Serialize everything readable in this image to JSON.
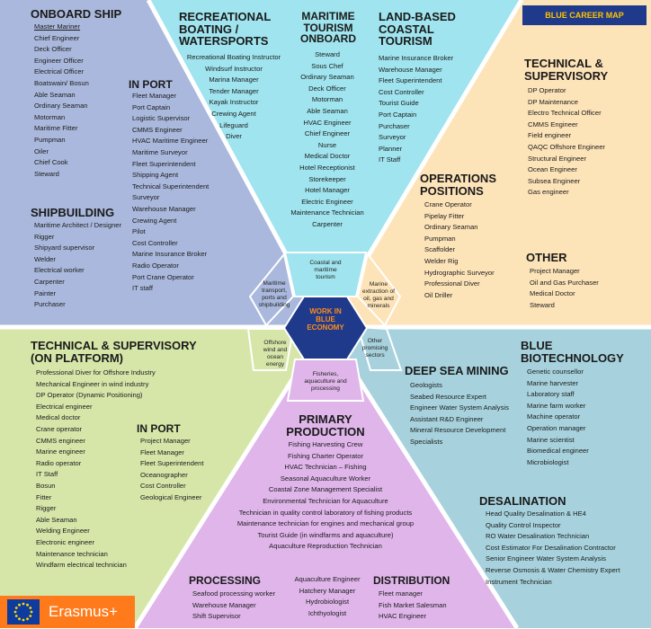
{
  "brand": {
    "map_title": "BLUE CAREER MAP",
    "logo_text": "Erasmus+"
  },
  "center": {
    "label": "WORK IN\nBLUE\nECONOMY"
  },
  "inner_ring": [
    "Coastal and\nmaritime\ntourism",
    "Marine\nextraction of\noil, gas and\nminerals",
    "Other\npromising\nsectors",
    "Fisheries,\naquaculture and\nprocessing",
    "Offshore\nwind and\nocean\nenergy",
    "Maritime\ntransport,\nports and\nshipbuilding"
  ],
  "sections": {
    "onboard_ship": {
      "title": "ONBOARD SHIP",
      "items": [
        "Master Mariner",
        "Chief Engineer",
        "Deck Officer",
        "Engineer Officer",
        "Electrical Officer",
        "Boatswain/ Bosun",
        "Able Seaman",
        "Ordinary Seaman",
        "Motorman",
        "Maritime Fitter",
        "Pumpman",
        "Oiler",
        "Chief Cook",
        "Steward"
      ]
    },
    "port_top": {
      "title": "IN PORT",
      "items": [
        "Fleet Manager",
        "Port Captain",
        "Logistic Supervisor",
        "CMMS Engineer",
        "HVAC Maritime Engineer",
        "Maritime Surveyor",
        "Fleet Superintendent",
        "Shipping Agent",
        "Technical Superintendent",
        "Surveyor",
        "Warehouse Manager",
        "Crewing Agent",
        "Pilot",
        "Cost Controller",
        "Marine Insurance Broker",
        "Radio Operator",
        "Port Crane Operator",
        "IT staff"
      ]
    },
    "shipbuilding": {
      "title": "SHIPBUILDING",
      "items": [
        "Maritime Architect / Designer",
        "Rigger",
        "Shipyard supervisor",
        "Welder",
        "Electrical worker",
        "Carpenter",
        "Painter",
        "Purchaser"
      ]
    },
    "recreational": {
      "title": "RECREATIONAL\nBOATING /\nWATERSPORTS",
      "items": [
        "Recreational Boating Instructor",
        "Windsurf Instructor",
        "Marina Manager",
        "Tender Manager",
        "Kayak Instructor",
        "Crewing Agent",
        "Lifeguard",
        "Diver"
      ]
    },
    "maritime_tourism": {
      "title": "MARITIME\nTOURISM\nONBOARD",
      "items": [
        "Steward",
        "Sous Chef",
        "Ordinary Seaman",
        "Deck Officer",
        "Motorman",
        "Able Seaman",
        "HVAC Engineer",
        "Chief Engineer",
        "Nurse",
        "Medical Doctor",
        "Hotel Receptionist",
        "Storekeeper",
        "Hotel Manager",
        "Electric Engineer",
        "Maintenance Technician",
        "Carpenter"
      ]
    },
    "land_tourism": {
      "title": "LAND-BASED\nCOASTAL\nTOURISM",
      "items": [
        "Marine Insurance Broker",
        "Warehouse Manager",
        "Fleet Superintendent",
        "Cost Controller",
        "Tourist Guide",
        "Port Captain",
        "Purchaser",
        "Surveyor",
        "Planner",
        "IT Staff"
      ]
    },
    "technical_top": {
      "title": "TECHNICAL &\nSUPERVISORY",
      "items": [
        "DP Operator",
        "DP Maintenance",
        "Electro Technical Officer",
        "CMMS Engineer",
        "Field engineer",
        "QAQC Offshore Engineer",
        "Structural Engineer",
        "Ocean Engineer",
        "Subsea Engineer",
        "Gas engineer"
      ]
    },
    "operations": {
      "title": "OPERATIONS\nPOSITIONS",
      "items": [
        "Crane Operator",
        "Pipelay Fitter",
        "Ordinary Seaman",
        "Pumpman",
        "Scaffolder",
        "Welder Rig",
        "Hydrographic Surveyor",
        "Professional Diver",
        "Oil Driller"
      ]
    },
    "other": {
      "title": "OTHER",
      "items": [
        "Project Manager",
        "Oil and Gas Purchaser",
        "Medical Doctor",
        "Steward"
      ]
    },
    "technical_platform": {
      "title": "TECHNICAL & SUPERVISORY\n(ON PLATFORM)",
      "items": [
        "Professional Diver for Offshore Industry",
        "Mechanical Engineer in wind industry",
        "DP Operator (Dynamic Positioning)",
        "Electrical engineer",
        "Medical doctor",
        "Crane operator",
        "CMMS engineer",
        "Marine engineer",
        "Radio operator",
        "IT Staff",
        "Bosun",
        "Fitter",
        "Rigger",
        "Able Seaman",
        "Welding Engineer",
        "Electronic engineer",
        "Maintenance technician",
        "Windfarm electrical technician"
      ]
    },
    "port_bottom": {
      "title": "IN PORT",
      "items": [
        "Project Manager",
        "Fleet Manager",
        "Fleet Superintendent",
        "Oceanographer",
        "Cost Controller",
        "Geological Engineer"
      ]
    },
    "deep_sea": {
      "title": "DEEP SEA MINING",
      "items": [
        "Geologists",
        "Seabed Resource Expert",
        "Engineer Water System Analysis",
        "Assistant R&D Engineer",
        "Mineral Resource Development",
        "Specialists"
      ]
    },
    "biotech": {
      "title": "BLUE\nBIOTECHNOLOGY",
      "items": [
        "Genetic counsellor",
        "Marine harvester",
        "Laboratory staff",
        "Marine farm worker",
        "Machine operator",
        "Operation manager",
        "Marine scientist",
        "Biomedical engineer",
        "Microbiologist"
      ]
    },
    "desalination": {
      "title": "DESALINATION",
      "items": [
        "Head Quality Desalination & HE4",
        "Quality Control Inspector",
        "RO Water Desalination Technician",
        "Cost Estimator For Desalination Contractor",
        "Senior Engineer Water System Analysis",
        "Reverse Osmosis & Water Chemistry Expert",
        "Instrument Technician"
      ]
    },
    "primary": {
      "title": "PRIMARY\nPRODUCTION",
      "items": [
        "Fishing Harvesting Crew",
        "Fishing Charter Operator",
        "HVAC Technician – Fishing",
        "Seasonal Aquaculture Worker",
        "Coastal Zone Management Specialist",
        "Environmental Technician for Aquaculture",
        "Technician in quality control laboratory of fishing products",
        "Maintenance technician for engines and mechanical group",
        "Tourist Guide (in windfarms and aquaculture)",
        "Aquaculture Reproduction Technician"
      ]
    },
    "processing": {
      "title": "PROCESSING",
      "items": [
        "Seafood processing worker",
        "Warehouse Manager",
        "Shift Supervisor"
      ]
    },
    "aquaculture": {
      "title": "",
      "items": [
        "Aquaculture Engineer",
        "Hatchery Manager",
        "Hydrobiologist",
        "Ichthyologist"
      ]
    },
    "distribution": {
      "title": "DISTRIBUTION",
      "items": [
        "Fleet manager",
        "Fish Market Salesman",
        "HVAC Engineer"
      ]
    }
  },
  "colors": {
    "blue_region": "#a9b8dc",
    "cyan_region": "#9fe4ee",
    "peach_region": "#fde3b8",
    "green_region": "#d6e6a9",
    "teal_region": "#a7d2dd",
    "violet_region": "#dfb5ea",
    "center_hex": "#1f3a8a",
    "accent_orange": "#ff8c1a"
  }
}
